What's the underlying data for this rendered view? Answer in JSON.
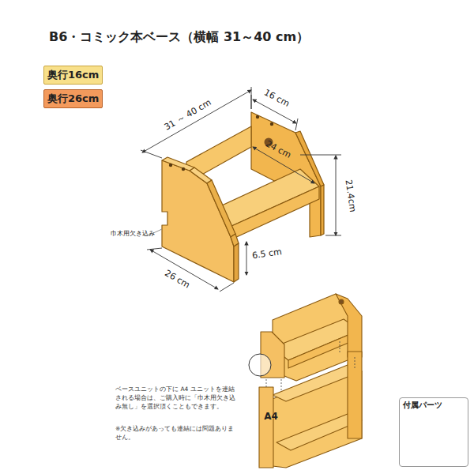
{
  "diagram": {
    "title": "B6・コミック本ベース（横幅 31～40 cm）",
    "nodes": [
      {
        "text": [
          "奥行16cm"
        ]
      },
      {
        "text": [
          "奥行26cm"
        ]
      },
      {
        "text": [
          "付属パーツ"
        ]
      }
    ],
    "labels": [
      "16 cm",
      "31 ～ 40 cm",
      "24 cm",
      "21.4cm",
      "6.5 cm",
      "26 cm",
      "巾木用欠き込み",
      "A4",
      "ベースユニットの下に A4 ユニットを連結される場合は、ご購入時に「巾木用欠き込み無し」を選択頂くこともできます。",
      "※欠き込みがあっても連結には問題ありません。"
    ]
  }
}
